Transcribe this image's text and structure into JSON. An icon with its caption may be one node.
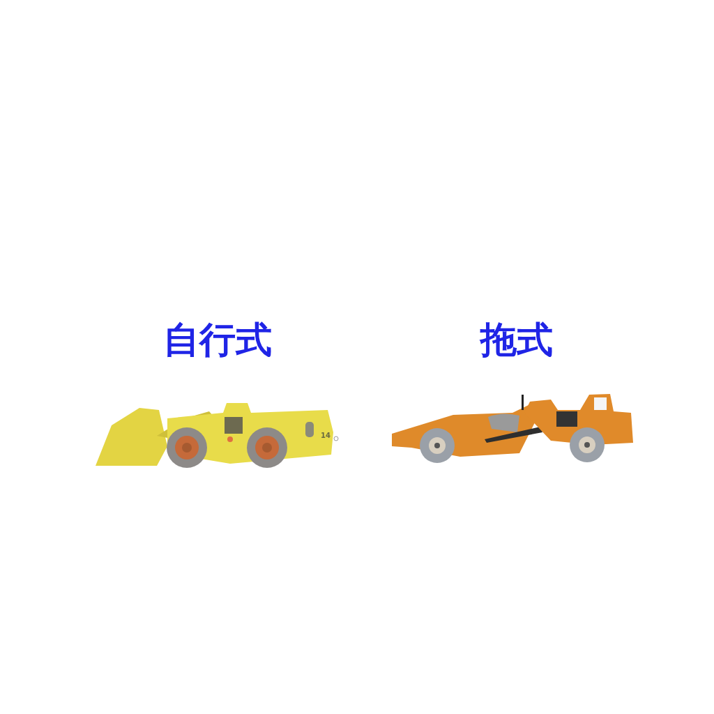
{
  "diagram": {
    "labels": [
      "自行式",
      "拖式",
      "14"
    ]
  }
}
